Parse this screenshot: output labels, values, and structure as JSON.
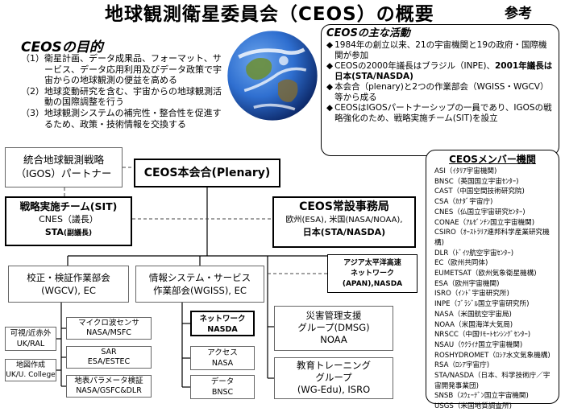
{
  "header": {
    "title": "地球観測衛星委員会（CEOS）の概要",
    "reference_label": "参考"
  },
  "purpose": {
    "title": "CEOSの目的",
    "items": [
      {
        "num": "（1）",
        "text": "衛星計画、データ成果品、フォーマット、サービス、データ応用利用及びデータ政策で宇宙からの地球観測の便益を高める"
      },
      {
        "num": "（2）",
        "text": "地球変動研究を含む、宇宙からの地球観測活動の国際調整を行う"
      },
      {
        "num": "（3）",
        "text": "地球観測システムの補完性・整合性を促進するため、政策・技術情報を交換する"
      }
    ]
  },
  "activities": {
    "title": "CEOSの主な活動",
    "bullet": "◆",
    "items": [
      {
        "text": "1984年の創立以来、21の宇宙機関と19の政府・国際機関が参加"
      },
      {
        "text": "CEOSの2000年議長はブラジル（INPE)、",
        "bold": "2001年議長は日本(STA/NASDA)"
      },
      {
        "text": "本会合（plenary)と2つの作業部会（WGISS・WGCV）等から成る"
      },
      {
        "text": "CEOSはIGOSパートナーシップの一員であり、IGOSの戦略強化のため、戦略実施チーム(SIT)を設立"
      }
    ]
  },
  "org": {
    "igos": {
      "line1": "統合地球観測戦略",
      "line2": "（IGOS）パートナー"
    },
    "plenary": "CEOS本会合(Plenary)",
    "sit": {
      "title": "戦略実施チーム(SIT)",
      "line2": "CNES（議長）",
      "line3a": "STA",
      "line3b": "(副議長)"
    },
    "secretariat": {
      "title": "CEOS常設事務局",
      "line2": "欧州(ESA), 米国(NASA/NOAA),",
      "line3": "日本(STA/NASDA)"
    },
    "wgcv": {
      "line1": "校正・検証作業部会",
      "line2": "(WGCV), EC"
    },
    "wgiss": {
      "line1": "情報システム・サービス",
      "line2": "作業部会(WGISS), EC"
    },
    "apan": {
      "line1": "アジア太平洋高速",
      "line2": "ネットワーク",
      "line3": "(APAN),NASDA"
    },
    "dmsg": {
      "line1": "災害管理支援",
      "line2": "グループ(DMSG)",
      "line3": "NOAA"
    },
    "wgedu": {
      "line1": "教育トレーニング",
      "line2": "グループ",
      "line3": "(WG-Edu), ISRO"
    },
    "network": {
      "line1": "ネットワーク",
      "line2": "NASDA"
    },
    "access": {
      "line1": "アクセス",
      "line2": "NASA"
    },
    "data": {
      "line1": "データ",
      "line2": "BNSC"
    },
    "microwave": {
      "line1": "マイクロ波センサ",
      "line2": "NASA/MSFC"
    },
    "sar": {
      "line1": "SAR",
      "line2": "ESA/ESTEC"
    },
    "land": {
      "line1": "地表パラメータ検証",
      "line2": "NASA/GSFC&DLR"
    },
    "visible": {
      "line1": "可視/近赤外",
      "line2": "UK/RAL"
    },
    "mapping": {
      "line1": "地図作成",
      "line2": "UK/U. College"
    }
  },
  "members": {
    "title": "CEOSメンバー機関",
    "list": [
      "ASI（ｲﾀﾘｱ宇宙機関)",
      "BNSC（英国国立宇宙ｾﾝﾀｰ)",
      "CAST（中国空間技術研究院)",
      "CSA（ｶﾅﾀﾞ宇宙庁)",
      "CNES（仏国立宇宙研究ｾﾝﾀｰ)",
      "CONAE（ｱﾙｾﾞﾝﾁﾝ国立宇宙機関)",
      "CSIRO（ｵｰｽﾄﾗﾘｱ連邦科学産業研究機構)",
      "DLR（ﾄﾞｲﾂ航空宇宙ｾﾝﾀｰ)",
      "EC（欧州共同体)",
      "EUMETSAT（欧州気象衛星機構)",
      "ESA（欧州宇宙機関)",
      "ISRO（ｲﾝﾄﾞ宇宙研究所)",
      "INPE（ﾌﾞﾗｼﾞﾙ国立宇宙研究所)",
      "NASA（米国航空宇宙局)",
      "NOAA（米国海洋大気局)",
      "NRSCC（中国ﾘﾓｰﾄｾﾝｼﾝｸﾞｾﾝﾀｰ)",
      "NSAU（ｳｸﾗｲﾅ国立宇宙機関)",
      "ROSHYDROMET（ﾛｼｱ水文気象機構)",
      "RSA（ﾛｼｱ宇宙庁)",
      "STA/NASDA（日本、科学技術庁／宇宙開発事業団)",
      "SNSB（ｽｳｪｰﾃﾞﾝ国立宇宙機関)",
      "USGS（米国地質調査所)"
    ]
  },
  "colors": {
    "ocean": "#2f6fd0",
    "ocean_dark": "#0d2a6b",
    "land": "#6b8f3a",
    "cloud": "#ffffff",
    "line": "#000000",
    "dashed": "#444444"
  }
}
